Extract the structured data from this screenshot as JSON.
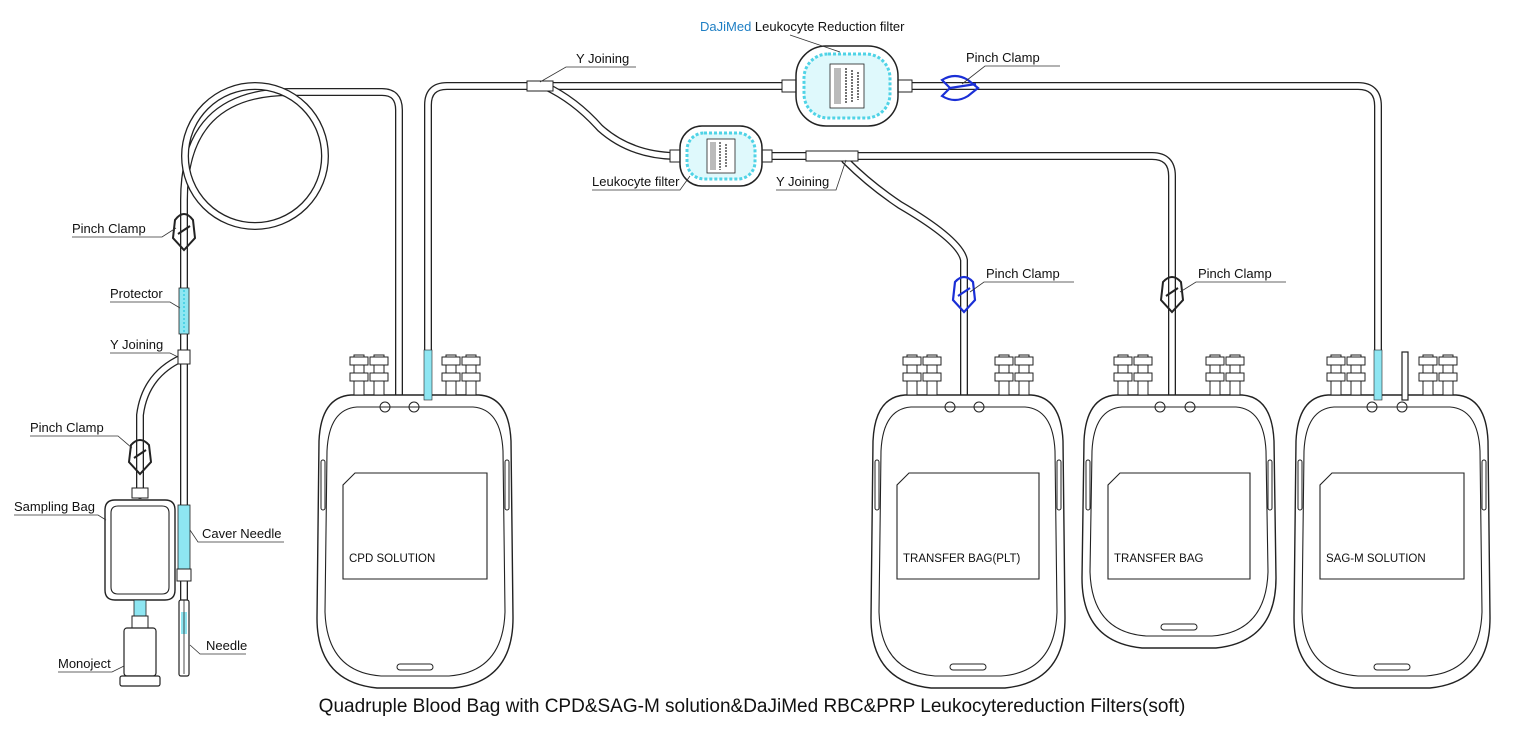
{
  "caption": "Quadruple Blood Bag with CPD&SAG-M solution&DaJiMed RBC&PRP Leukocytereduction Filters(soft)",
  "colors": {
    "tube": "#222222",
    "accent_cyan": "#8ee6f2",
    "clamp_blue": "#1a2fd6",
    "brand_blue": "#1f7fc4"
  },
  "labels": {
    "rbc_filter_brand": "DaJiMed",
    "rbc_filter_rest": " Leukocyte Reduction filter",
    "y_joining_top": "Y Joining",
    "pinch_clamp_top": "Pinch Clamp",
    "leukocyte_filter": "Leukocyte filter",
    "y_joining_mid": "Y Joining",
    "pinch_clamp_plt": "Pinch Clamp",
    "pinch_clamp_transfer": "Pinch Clamp",
    "pinch_clamp_left": "Pinch Clamp",
    "protector": "Protector",
    "y_joining_left": "Y Joining",
    "pinch_clamp_sampling": "Pinch Clamp",
    "sampling_bag": "Sampling Bag",
    "caver_needle": "Caver Needle",
    "needle": "Needle",
    "monoject": "Monoject"
  },
  "bags": [
    {
      "label": "CPD SOLUTION"
    },
    {
      "label": "TRANSFER BAG(PLT)"
    },
    {
      "label": "TRANSFER BAG"
    },
    {
      "label": "SAG-M SOLUTION"
    }
  ]
}
